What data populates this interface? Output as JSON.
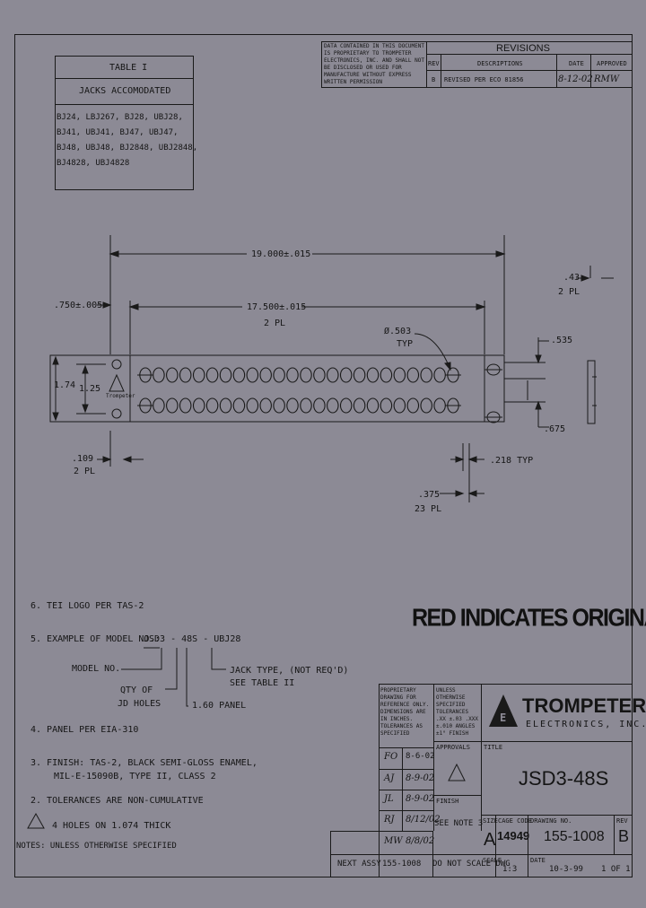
{
  "revisions": {
    "header": "REVISIONS",
    "notice": "DATA CONTAINED IN THIS DOCUMENT IS PROPRIETARY TO TROMPETER ELECTRONICS, INC. AND SHALL NOT BE DISCLOSED OR USED FOR MANUFACTURE WITHOUT EXPRESS WRITTEN PERMISSION",
    "col_rev": "REV",
    "col_description": "DESCRIPTIONS",
    "col_date": "DATE",
    "col_approved": "APPROVED",
    "row_rev": "B",
    "row_description": "REVISED PER ECO 81856",
    "row_date": "8-12-02",
    "row_approved": "RMW"
  },
  "table1": {
    "title": "TABLE I",
    "subtitle": "JACKS ACCOMODATED",
    "lines": [
      "BJ24, LBJ267, BJ28, UBJ28,",
      "BJ41, UBJ41, BJ47, UBJ47,",
      "BJ48, UBJ48, BJ2848, UBJ2848,",
      "BJ4828, UBJ4828"
    ]
  },
  "dims": {
    "overall": "19.000±.015",
    "hole_span": "17.500±.015",
    "hole_span_qty": "2 PL",
    "edge": ".750±.005",
    "right_offset": ".43",
    "right_offset_qty": "2 PL",
    "hole_dia": "Ø.503",
    "hole_dia_typ": "TYP",
    "height": "1.74",
    "inner_height": "1.25",
    "side_dim": ".535",
    "side_bottom": ".675",
    "slot": ".109",
    "slot_qty": "2 PL",
    "gap": ".218 TYP",
    "pitch": ".375",
    "pitch_qty": "23 PL"
  },
  "panel": {
    "logo_text": "Trompeter",
    "rows": 2,
    "holes_per_row": 24
  },
  "stamp": "RED INDICATES ORIGINAL",
  "notes": {
    "n6": "6.  TEI LOGO PER TAS-2",
    "n5_label": "5.  EXAMPLE OF MODEL NO.:",
    "n5_model": "JSD3 - 48S - UBJ28",
    "model_no": "MODEL NO.",
    "qty_holes": "QTY OF",
    "qty_holes2": "JD HOLES",
    "jack_type": "JACK TYPE, (NOT REQ'D)",
    "jack_type2": "SEE TABLE II",
    "panel_type": "1.60 PANEL",
    "n4": "4.  PANEL PER EIA-310",
    "n3a": "3.  FINISH: TAS-2, BLACK SEMI-GLOSS ENAMEL,",
    "n3b": "MIL-E-15090B, TYPE II, CLASS 2",
    "n2": "2.  TOLERANCES ARE NON-CUMULATIVE",
    "n1": "4 HOLES ON 1.074 THICK",
    "footer": "NOTES: UNLESS OTHERWISE SPECIFIED"
  },
  "titleblock": {
    "company": "TROMPETER",
    "company_sub": "ELECTRONICS, INC.",
    "prop_note": "PROPRIETARY DRAWING FOR REFERENCE ONLY. DIMENSIONS ARE IN INCHES. TOLERANCES AS SPECIFIED",
    "unless_note": "UNLESS OTHERWISE SPECIFIED TOLERANCES .XX ±.03 .XXX ±.010 ANGLES ±1° FINISH",
    "approvals": "APPROVALS",
    "dates": [
      "8-6-02",
      "8-9-02",
      "8-9-02",
      "8/12/02",
      "8/8/02"
    ],
    "initials": [
      "FO",
      "AJ",
      "JL",
      "RJ",
      "MW"
    ],
    "title_label": "TITLE",
    "title": "JSD3-48S",
    "size_label": "SIZE",
    "size": "A",
    "cage_label": "CAGE CODE",
    "cage": "14949",
    "dwg_label": "DRAWING NO.",
    "dwg": "155-1008",
    "rev_label": "REV",
    "rev": "B",
    "finish_label": "FINISH",
    "finish": "SEE NOTE 3",
    "scale_label": "SCALE",
    "scale": "1:3",
    "date_label": "DATE",
    "date": "10-3-99",
    "sheet": "1 OF 1",
    "next_assy": "NEXT ASSY",
    "used_on": "155-1008",
    "do_not_scale": "DO NOT SCALE DWG"
  }
}
